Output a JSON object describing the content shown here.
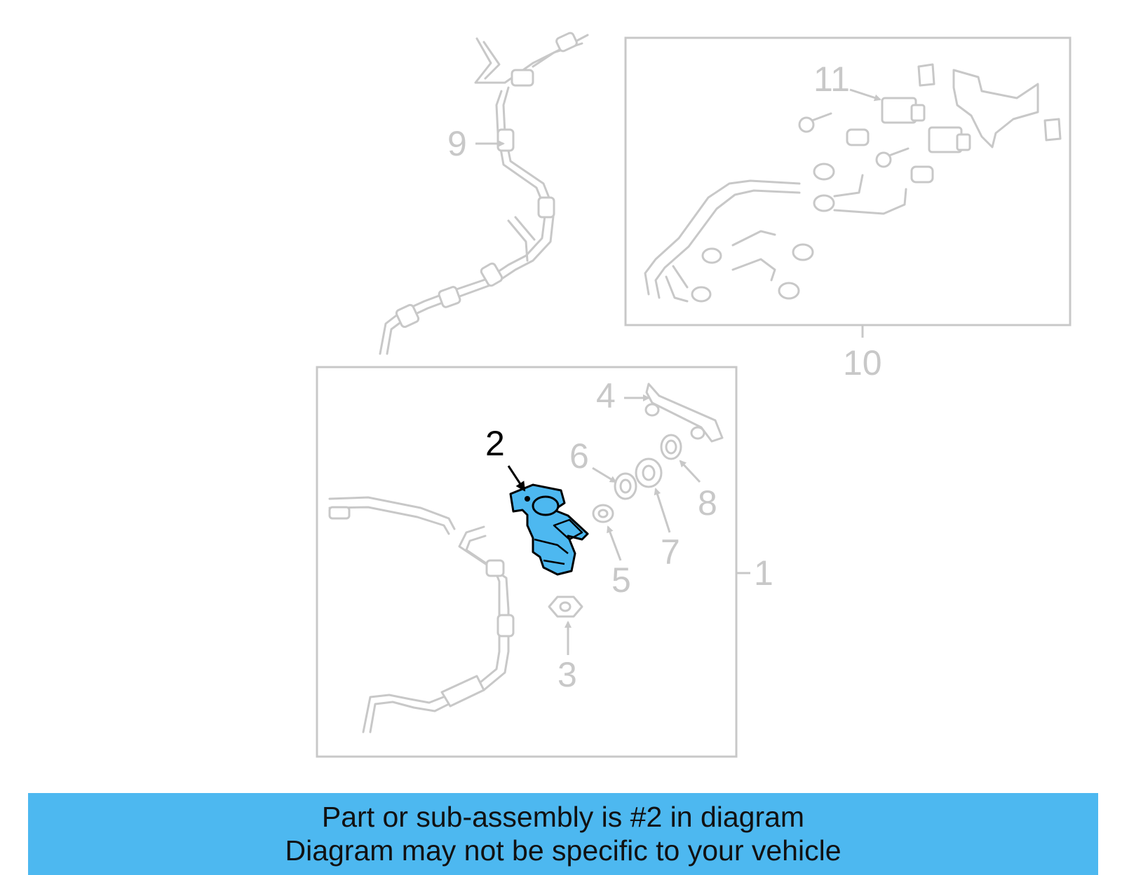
{
  "colors": {
    "highlight": "#4db8f0",
    "ghost": "#c8c8c8",
    "banner": "#4db8f0"
  },
  "labels": {
    "l1": "1",
    "l2": "2",
    "l3": "3",
    "l4": "4",
    "l5": "5",
    "l6": "6",
    "l7": "7",
    "l8": "8",
    "l9": "9",
    "l10": "10",
    "l11": "11"
  },
  "banner": {
    "line1": "Part or sub-assembly is #2 in diagram",
    "line2": "Diagram may not be specific to your vehicle"
  }
}
